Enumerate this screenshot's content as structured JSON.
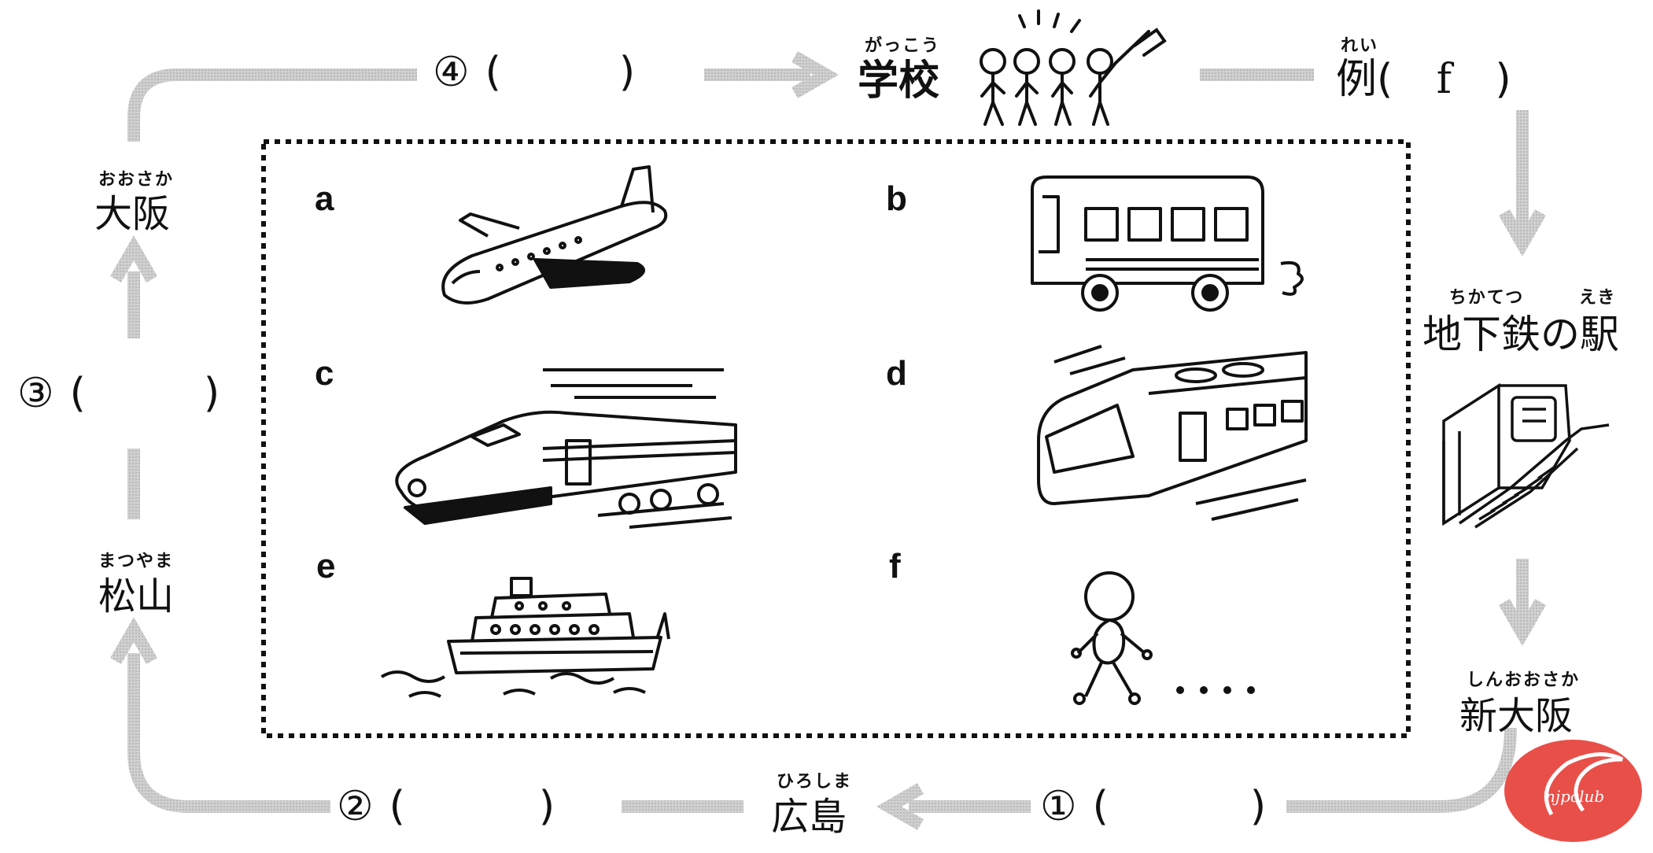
{
  "stops": {
    "school": {
      "ruby": "がっこう",
      "name": "学校"
    },
    "subway": {
      "ruby": "ちかてつ えき",
      "name": "地下鉄の駅"
    },
    "shin_osaka": {
      "ruby": "しんおおさか",
      "name": "新大阪"
    },
    "hiroshima": {
      "ruby": "ひろしま",
      "name": "広島"
    },
    "matsuyama": {
      "ruby": "まつやま",
      "name": "松山"
    },
    "osaka": {
      "ruby": "おおさか",
      "name": "大阪"
    }
  },
  "example": {
    "ruby": "れい",
    "label": "例",
    "answer": "f"
  },
  "blanks": [
    {
      "num": "①",
      "value": ""
    },
    {
      "num": "②",
      "value": ""
    },
    {
      "num": "③",
      "value": ""
    },
    {
      "num": "④",
      "value": ""
    }
  ],
  "paren_open": "(",
  "paren_close": ")",
  "options": [
    {
      "letter": "a",
      "icon": "airplane-icon"
    },
    {
      "letter": "b",
      "icon": "bus-icon"
    },
    {
      "letter": "c",
      "icon": "bullet-train-icon"
    },
    {
      "letter": "d",
      "icon": "train-icon"
    },
    {
      "letter": "e",
      "icon": "ferry-icon"
    },
    {
      "letter": "f",
      "icon": "walking-person-icon"
    }
  ],
  "watermark": {
    "text": "njpclub",
    "color": "#e8413a"
  },
  "colors": {
    "arrow": "#c8c8c8",
    "ink": "#111111"
  }
}
